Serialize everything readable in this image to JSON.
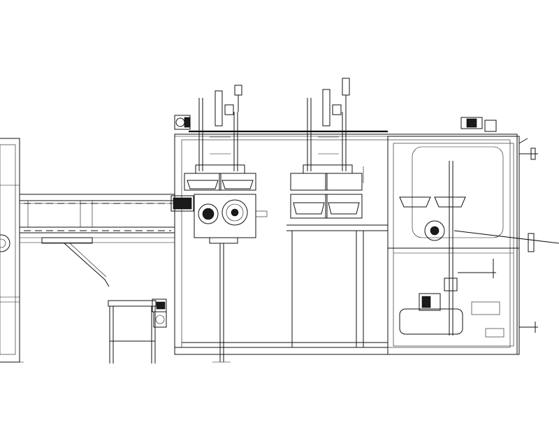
{
  "drawing": {
    "background": "#ffffff",
    "line_color": "#111111",
    "components": [
      {
        "name": "left-frame"
      },
      {
        "name": "inclined-conveyor"
      },
      {
        "name": "gear-motor-unit"
      },
      {
        "name": "main-machine-frame"
      },
      {
        "name": "filling-station-1"
      },
      {
        "name": "filling-station-2"
      },
      {
        "name": "capping-cabinet"
      },
      {
        "name": "small-cart-frame"
      }
    ]
  }
}
